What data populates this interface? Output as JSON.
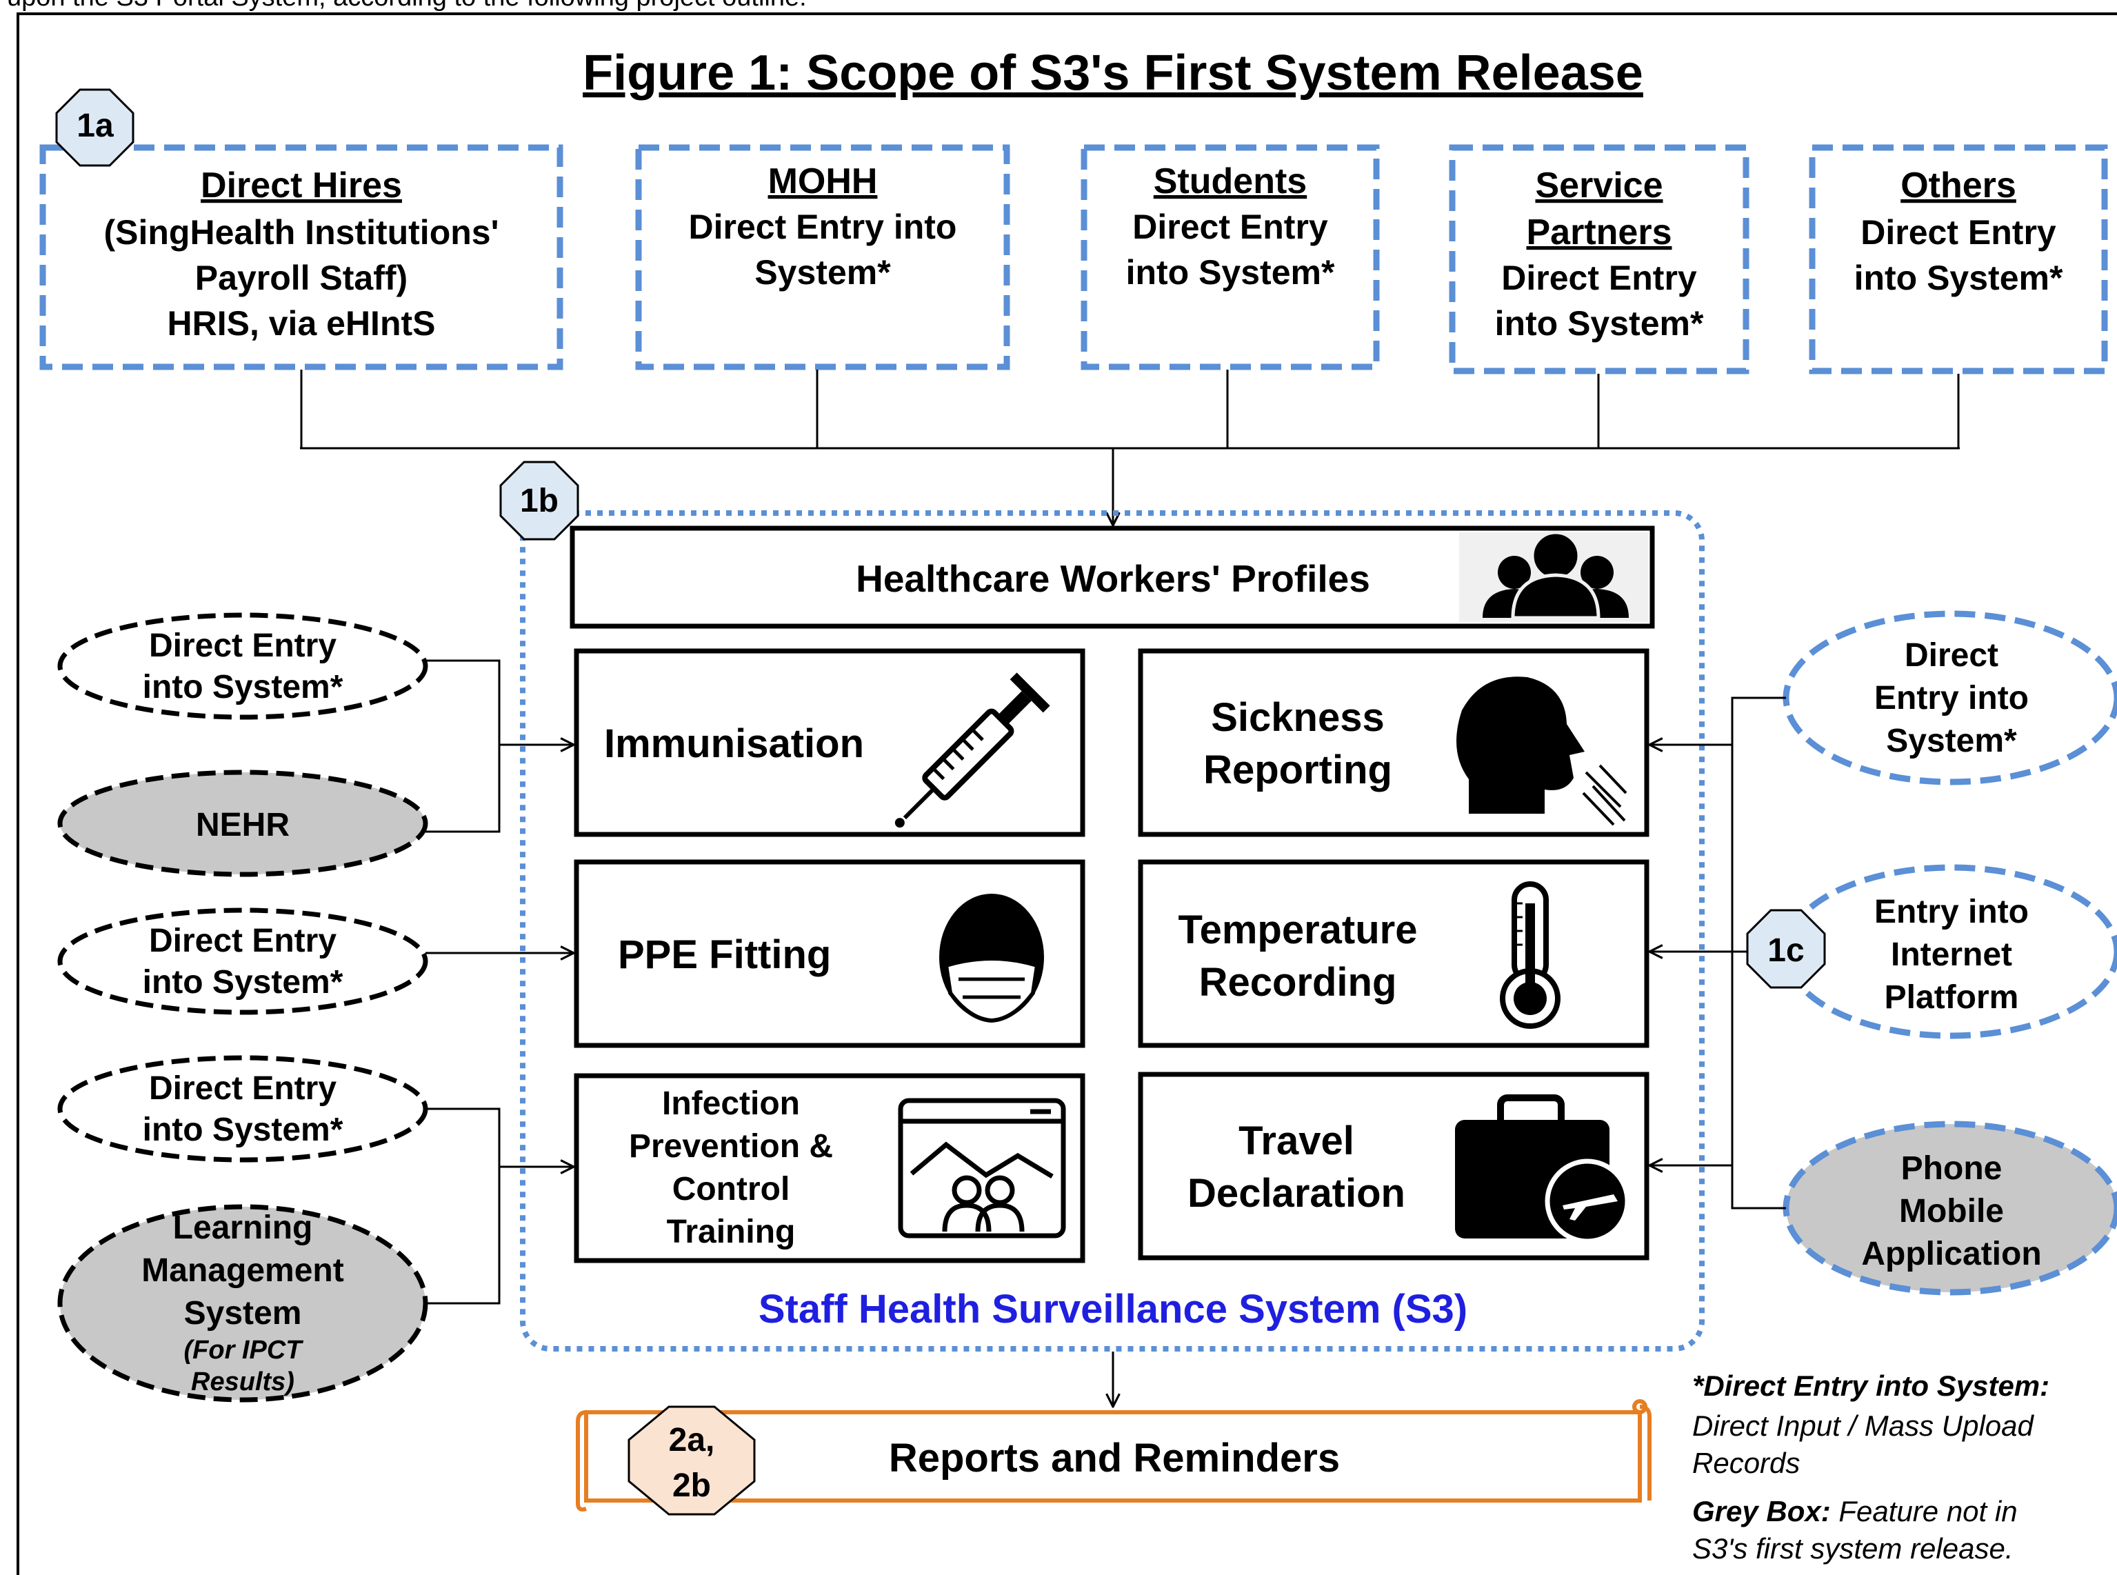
{
  "page": {
    "top_caption_fragment": "upon the S3 Portal System, according to the following project outline:",
    "title": "Figure 1: Scope of S3's First System Release"
  },
  "sources": {
    "badge": "1a",
    "direct_hires": {
      "title": "Direct Hires",
      "lines": [
        "(SingHealth Institutions'",
        "Payroll Staff)",
        "HRIS, via eHIntS"
      ]
    },
    "mohh": {
      "title": "MOHH",
      "lines": [
        "Direct Entry into",
        "System*"
      ]
    },
    "students": {
      "title": "Students",
      "lines": [
        "Direct Entry",
        "into System*"
      ]
    },
    "service_partners": {
      "title_lines": [
        "Service",
        "Partners"
      ],
      "lines": [
        "Direct Entry",
        "into System*"
      ]
    },
    "others": {
      "title": "Others",
      "lines": [
        "Direct Entry",
        "into System*"
      ]
    }
  },
  "system": {
    "badge": "1b",
    "name": "Staff Health Surveillance System (S3)",
    "profiles_label": "Healthcare Workers' Profiles",
    "modules": {
      "immunisation": "Immunisation",
      "sickness": [
        "Sickness",
        "Reporting"
      ],
      "ppe": "PPE Fitting",
      "temperature": [
        "Temperature",
        "Recording"
      ],
      "ipc_training": [
        "Infection",
        "Prevention &",
        "Control",
        "Training"
      ],
      "travel": [
        "Travel",
        "Declaration"
      ]
    },
    "icons": [
      "people-icon",
      "syringe-icon",
      "sick-person-icon",
      "mask-icon",
      "thermometer-icon",
      "training-screen-icon",
      "briefcase-plane-icon"
    ]
  },
  "left_inputs": {
    "direct_entry_1": [
      "Direct Entry",
      "into System*"
    ],
    "nehr": "NEHR",
    "direct_entry_2": [
      "Direct Entry",
      "into System*"
    ],
    "direct_entry_3": [
      "Direct Entry",
      "into System*"
    ],
    "lms": [
      "Learning",
      "Management",
      "System"
    ],
    "lms_note": [
      "(For IPCT",
      "Results)"
    ]
  },
  "right_inputs": {
    "badge": "1c",
    "direct_entry": [
      "Direct",
      "Entry into",
      "System*"
    ],
    "internet": [
      "Entry into",
      "Internet",
      "Platform"
    ],
    "mobile": [
      "Phone",
      "Mobile",
      "Application"
    ]
  },
  "output": {
    "badge_lines": [
      "2a,",
      "2b"
    ],
    "label": "Reports and Reminders"
  },
  "legend": {
    "note_title": "*Direct Entry into System:",
    "note_body": [
      "Direct Input / Mass Upload",
      "Records"
    ],
    "grey_title": "Grey Box:",
    "grey_body": [
      " Feature not in",
      "S3's first system release."
    ]
  },
  "colors": {
    "dashed_blue": "#5b8fd6",
    "title_blue": "#1f1fe0",
    "grey_fill": "#c8c8c8",
    "badge_blue": "#dce9f5",
    "badge_orange": "#fbe3d2",
    "orange": "#e67e22"
  }
}
